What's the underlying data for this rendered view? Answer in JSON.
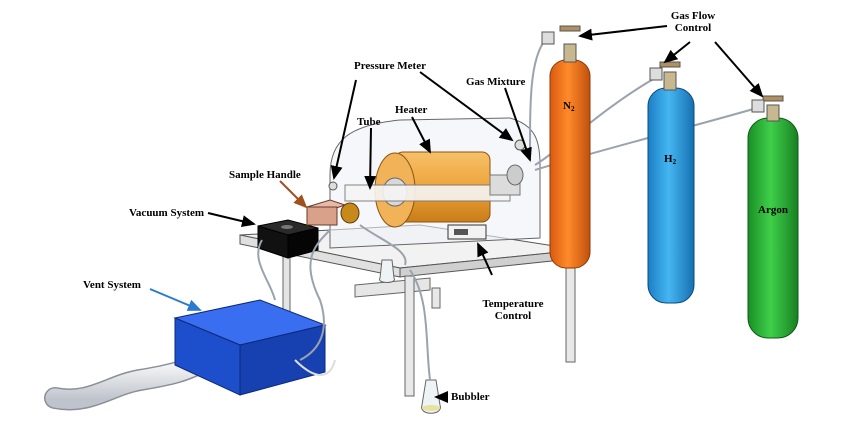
{
  "labels": {
    "gas_flow_control": [
      "Gas Flow",
      "Control"
    ],
    "pressure_meter": "Pressure Meter",
    "gas_mixture": "Gas Mixture",
    "heater": "Heater",
    "tube": "Tube",
    "sample_handle": "Sample Handle",
    "vacuum_system": "Vacuum System",
    "vent_system": "Vent System",
    "temperature_control": [
      "Temperature",
      "Control"
    ],
    "bubbler": "Bubbler"
  },
  "cylinders": [
    {
      "main": "N",
      "sub": "2",
      "color": "#f07a1a"
    },
    {
      "main": "H",
      "sub": "2",
      "color": "#2f9fe0"
    },
    {
      "main": "Argon",
      "sub": "",
      "color": "#2db53a"
    }
  ],
  "colors": {
    "vent_box": "#1f52d6",
    "heater": "#f0a53a",
    "vacuum_box": "#111111",
    "table": "#e6e6e6",
    "brown_arrow": "#a0521e",
    "blue_arrow": "#2a7bd0"
  }
}
